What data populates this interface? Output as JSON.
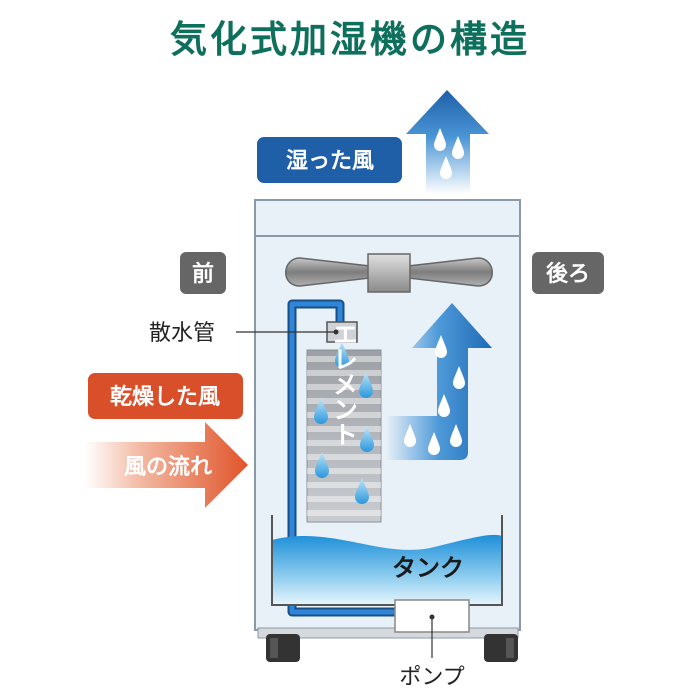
{
  "title": "気化式加湿機の構造",
  "labels": {
    "humid_air": "湿った風",
    "front": "前",
    "back": "後ろ",
    "spray_pipe": "散水管",
    "dry_air": "乾燥した風",
    "air_flow": "風の流れ",
    "element": "エレメント",
    "tank": "タンク",
    "pump": "ポンプ"
  },
  "colors": {
    "title": "#0e6f5c",
    "humid_badge": "#1f5fa8",
    "side_badge": "#666666",
    "dry_badge": "#d94f2a",
    "air_flow_arrow": "#e0542a",
    "humid_arrow": "#1f6ab5",
    "water_drop": "#3aa8e0",
    "pipe": "#1d6cc1",
    "cabinet_fill": "#e8f0f8",
    "cabinet_stroke": "#8a99a8",
    "tank_water": "#2ea3df"
  }
}
